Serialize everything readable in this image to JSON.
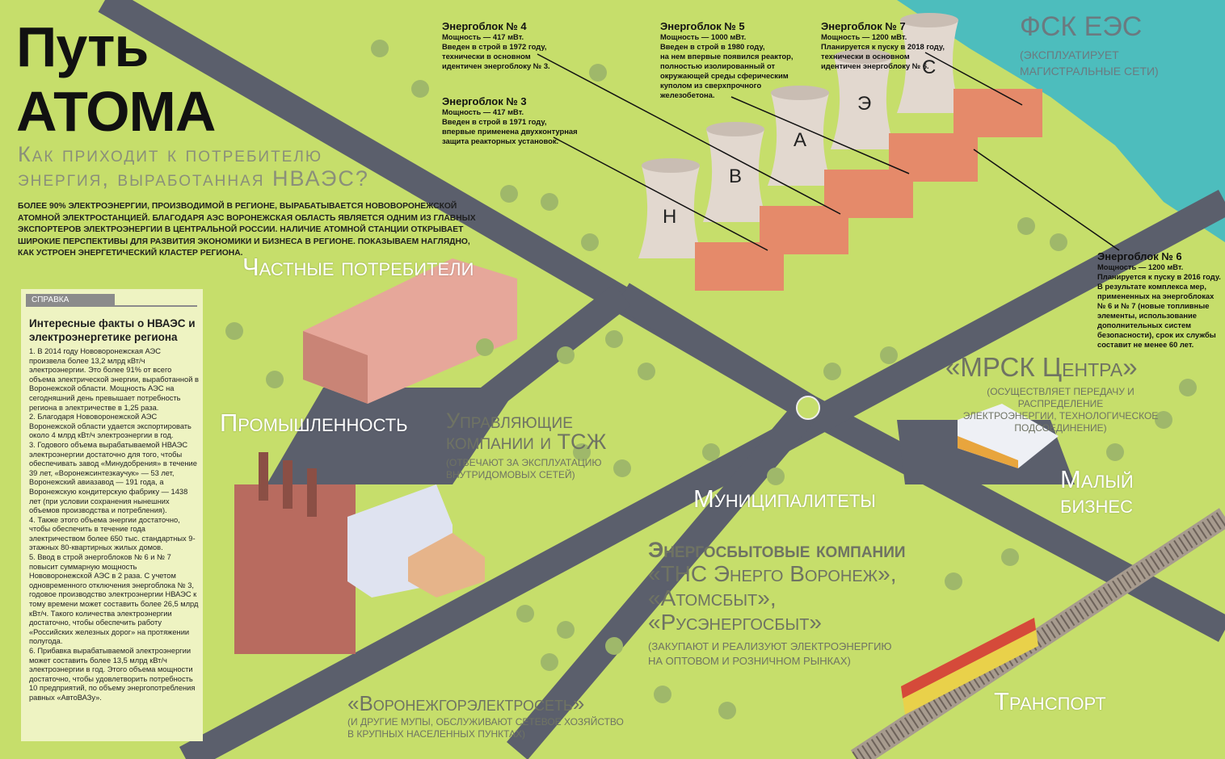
{
  "header": {
    "title_line1": "Путь",
    "title_line2": "атома",
    "subtitle_line1": "Как приходит к потребителю",
    "subtitle_line2": "энергия, выработанная НВАЭС?",
    "lead": "Более 90% электроэнергии, производимой в регионе, вырабатывается Нововоронежской атомной электростанцией. Благодаря АЭС Воронежская область является одним из главных экспортеров электроэнергии в Центральной России. Наличие атомной станции открывает широкие перспективы для развития экономики и бизнеса в регионе. Показываем наглядно, как устроен энергетический кластер региона."
  },
  "reference": {
    "tag": "СПРАВКА",
    "heading": "Интересные факты о НВАЭС и электроэнергетике региона",
    "body": "1. В 2014 году Нововоронежская АЭС произвела более 13,2 млрд кВт/ч электроэнергии. Это более 91% от всего объема электрической энергии, выработанной в Воронежской области. Мощность АЭС на сегодняшний день превышает потребность региона в электричестве в 1,25 раза.\n2. Благодаря Нововоронежской АЭС Воронежской области удается экспортировать около 4 млрд кВт/ч электроэнергии в год.\n3. Годового объема вырабатываемой НВАЭС электроэнергии достаточно для того, чтобы обеспечивать завод «Минудобрения» в течение 39 лет, «Воронежсинтезкаучук» — 53 лет, Воронежский авиазавод — 191 года, а Воронежскую кондитерскую фабрику — 1438 лет (при условии сохранения нынешних объемов производства и потребления).\n4. Также этого объема энергии достаточно, чтобы обеспечить в течение года электричеством более 650 тыс. стандартных 9-этажных 80-квартирных жилых домов.\n5. Ввод в строй энергоблоков № 6 и № 7 повысит суммарную мощность Нововоронежской АЭС в 2 раза. С учетом одновременного отключения энергоблока № 3, годовое производство электроэнергии НВАЭС к тому времени может составить более 26,5 млрд кВт/ч. Такого количества электроэнергии достаточно, чтобы обеспечить работу «Российских железных дорог» на протяжении полугода.\n6. Прибавка вырабатываемой электроэнергии может составить более 13,5 млрд кВт/ч электроэнергии в год. Этого объема мощности достаточно, чтобы удовлетворить потребность 10 предприятий, по объему энергопотребления равных «АвтоВАЗу»."
  },
  "units": [
    {
      "title": "Энергоблок № 4",
      "text": "Мощность — 417 мВт.\nВведен в строй в 1972 году,\nтехнически в основном\nидентичен энергоблоку № 3."
    },
    {
      "title": "Энергоблок № 3",
      "text": "Мощность — 417 мВт.\nВведен в строй в 1971 году,\nвпервые применена двухконтурная\nзащита реакторных установок."
    },
    {
      "title": "Энергоблок № 5",
      "text": "Мощность — 1000 мВт.\nВведен в строй в 1980 году,\nна нем впервые появился реактор,\nполностью изолированный от\nокружающей среды сферическим\nкуполом из сверхпрочного\nжелезобетона."
    },
    {
      "title": "Энергоблок № 7",
      "text": "Мощность — 1200 мВт.\nПланируется к пуску в 2018 году,\nтехнически в основном\nидентичен энергоблоку № 6."
    },
    {
      "title": "Энергоблок № 6",
      "text": "Мощность — 1200 мВт.\nПланируется к пуску в 2016 году.\nВ результате комплекса мер,\nпримененных на энергоблоках\n№ 6 и № 7 (новые топливные\nэлементы, использование\nдополнительных систем\nбезопасности), срок их службы\nсоставит не менее 60 лет."
    }
  ],
  "tower_letters": [
    "Н",
    "В",
    "А",
    "Э",
    "С"
  ],
  "labels": {
    "fsk": "ФСК ЕЭС",
    "fsk_note": "(эксплуатирует\nмагистральные сети)",
    "private": "Частные потребители",
    "industry": "Промышленность",
    "uk": "Управляющие\nкомпании и ТСЖ",
    "uk_note": "(отвечают за эксплуатацию\nвнутридомовых сетей)",
    "mrsk": "«МРСК Центра»",
    "mrsk_note": "(осуществляет передачу и распределение\nэлектроэнергии, технологическое\nподсоединение)",
    "municipal": "Муниципалитеты",
    "small_business": "Малый\nбизнес",
    "sales_title": "Энергосбытовые компании",
    "sales_names": "«ТНС Энерго Воронеж»,\n«Атомсбыт»,\n«Русэнергосбыт»",
    "sales_note": "(закупают и реализуют электроэнергию\nна оптовом и розничном рынках)",
    "vges": "«Воронежгорэлектросеть»",
    "vges_note": "(и другие МУПы, обслуживают сетевое хозяйство\nв крупных населенных пунктах)",
    "transport": "Транспорт"
  },
  "colors": {
    "ground": "#c6de6b",
    "water": "#4dbdbd",
    "road": "#5b5f6c",
    "tower": "#e2d8cf",
    "building": "#e58a6a",
    "brick": "#b86b5f"
  }
}
